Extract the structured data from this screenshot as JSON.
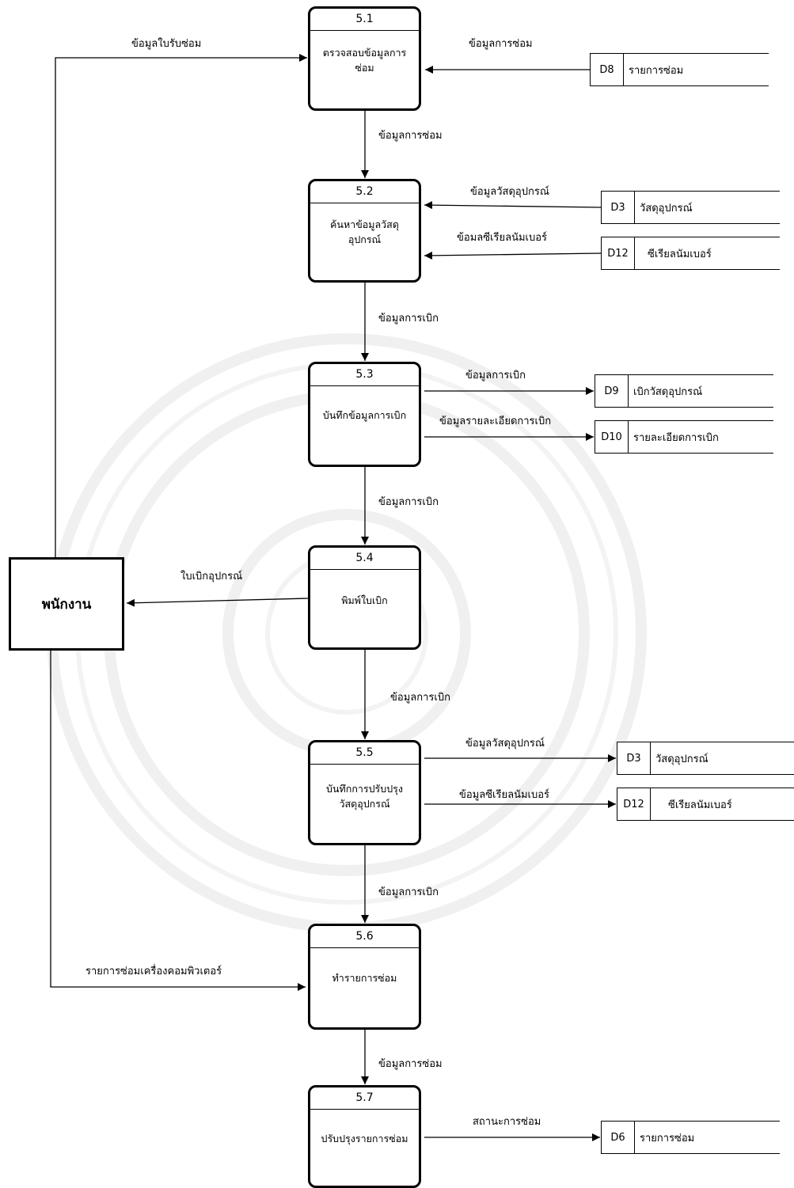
{
  "entity": {
    "label": "พนักงาน"
  },
  "processes": [
    {
      "id": "5.1",
      "name": "ตรวจสอบข้อมูลการ\nซ่อม"
    },
    {
      "id": "5.2",
      "name": "ค้นหาข้อมูลวัสดุ\nอุปกรณ์"
    },
    {
      "id": "5.3",
      "name": "บันทึกข้อมูลการเบิก"
    },
    {
      "id": "5.4",
      "name": "พิมพ์ใบเบิก"
    },
    {
      "id": "5.5",
      "name": "บันทึกการปรับปรุง\nวัสดุอุปกรณ์"
    },
    {
      "id": "5.6",
      "name": "ทำรายการซ่อม"
    },
    {
      "id": "5.7",
      "name": "ปรับปรุงรายการซ่อม"
    }
  ],
  "stores": [
    {
      "id": "D8",
      "name": "รายการซ่อม"
    },
    {
      "id": "D3",
      "name": "วัสดุอุปกรณ์"
    },
    {
      "id": "D12",
      "name": "ซีเรียลนัมเบอร์"
    },
    {
      "id": "D9",
      "name": "เบิกวัสดุอุปกรณ์"
    },
    {
      "id": "D10",
      "name": "รายละเอียดการเบิก"
    },
    {
      "id": "D3",
      "name": "วัสดุอุปกรณ์"
    },
    {
      "id": "D12",
      "name": "ซีเรียลนัมเบอร์"
    },
    {
      "id": "D6",
      "name": "รายการซ่อม"
    }
  ],
  "flows": [
    "ข้อมูลใบรับซ่อม",
    "ข้อมูลการซ่อม",
    "ข้อมูลการซ่อม",
    "ข้อมูลวัสดุอุปกรณ์",
    "ข้อมลซีเรียลนัมเบอร์",
    "ข้อมูลการเบิก",
    "ข้อมูลการเบิก",
    "ข้อมูลรายละเอียดการเบิก",
    "ข้อมูลการเบิก",
    "ใบเบิกอุปกรณ์",
    "ข้อมูลการเบิก",
    "ข้อมูลวัสดุอุปกรณ์",
    "ข้อมูลซีเรียลนัมเบอร์",
    "ข้อมูลการเบิก",
    "รายการซ่อมเครื่องคอมพิวเตอร์",
    "ข้อมูลการซ่อม",
    "สถานะการซ่อม"
  ]
}
